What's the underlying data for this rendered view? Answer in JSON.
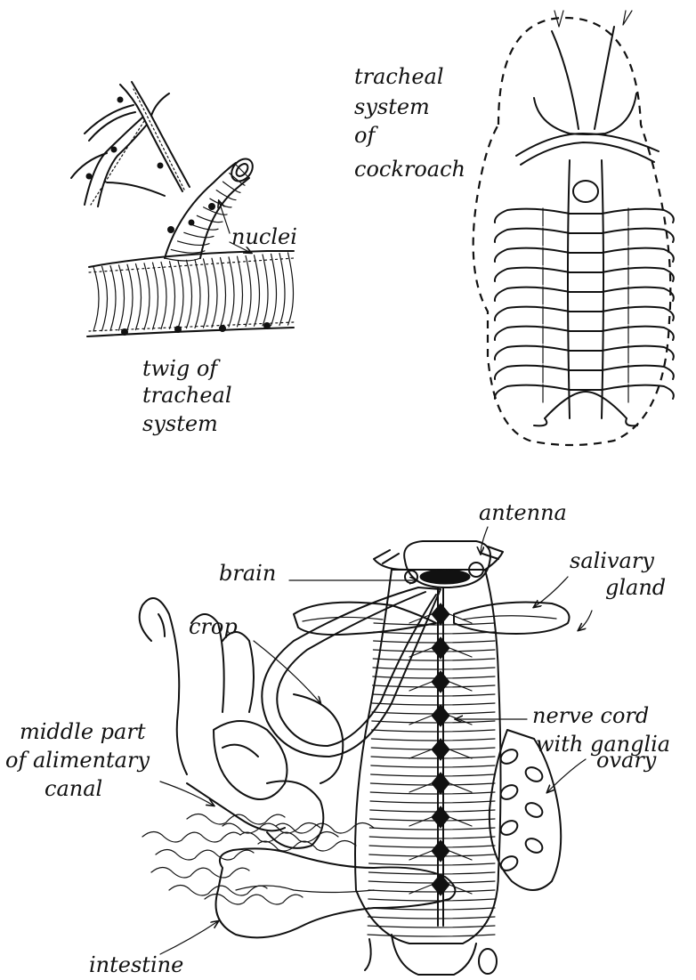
{
  "figure": {
    "twig": {
      "caption": [
        "twig of",
        "tracheal",
        "system"
      ],
      "labels": {
        "nuclei": "nuclei"
      }
    },
    "tracheal_system": {
      "caption": [
        "tracheal",
        "system",
        "of",
        "cockroach"
      ]
    },
    "anatomy": {
      "labels": {
        "antenna": "antenna",
        "brain": "brain",
        "salivary_gland_line1": "salivary",
        "salivary_gland_line2": "gland",
        "crop": "crop",
        "nerve_cord_line1": "nerve cord",
        "nerve_cord_line2": "with ganglia",
        "middle_part_line1": "middle part",
        "middle_part_line2": "of alimentary",
        "middle_part_line3": "canal",
        "ovary": "ovary",
        "intestine": "intestine"
      }
    }
  }
}
